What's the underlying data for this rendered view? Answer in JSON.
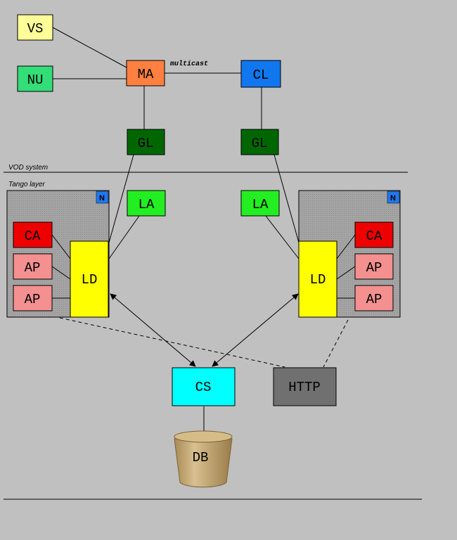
{
  "labels": {
    "vs": "VS",
    "nu": "NU",
    "ma": "MA",
    "cl": "CL",
    "gl_left": "GL",
    "gl_right": "GL",
    "la_left": "LA",
    "la_right": "LA",
    "ca_left": "CA",
    "ap_left_1": "AP",
    "ap_left_2": "AP",
    "ld_left": "LD",
    "ca_right": "CA",
    "ap_right_1": "AP",
    "ap_right_2": "AP",
    "ld_right": "LD",
    "cs": "CS",
    "http": "HTTP",
    "db": "DB",
    "node_badge_left": "N",
    "node_badge_right": "N"
  },
  "annotations": {
    "multicast": "multicast",
    "vod_system": "VOD system",
    "tango_layer": "Tango layer"
  },
  "colors": {
    "background": "#c0c0c0",
    "vs": "#ffff99",
    "nu": "#33dd77",
    "ma": "#ff8040",
    "cl": "#1177ee",
    "gl": "#006600",
    "la": "#22ee22",
    "ca": "#ee0000",
    "ap": "#f49090",
    "ld": "#ffff00",
    "cs": "#00ffff",
    "http": "#707070",
    "db": "#c8ad78",
    "node": "#a8a8a8",
    "badge": "#2277ee"
  }
}
